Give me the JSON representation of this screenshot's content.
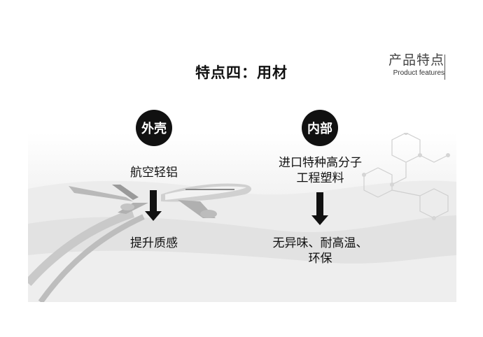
{
  "brand": {
    "title": "产品特点",
    "subtitle": "Product features"
  },
  "slide": {
    "title": "特点四：用材"
  },
  "left": {
    "badge": "外壳",
    "material": "航空轻铝",
    "result": "提升质感"
  },
  "right": {
    "badge": "内部",
    "material_line1": "进口特种高分子",
    "material_line2": "工程塑料",
    "result_line1": "无异味、耐高温、",
    "result_line2": "环保"
  },
  "colors": {
    "badge_bg": "#111111",
    "text": "#111111",
    "scene": "#e6e6e6"
  }
}
